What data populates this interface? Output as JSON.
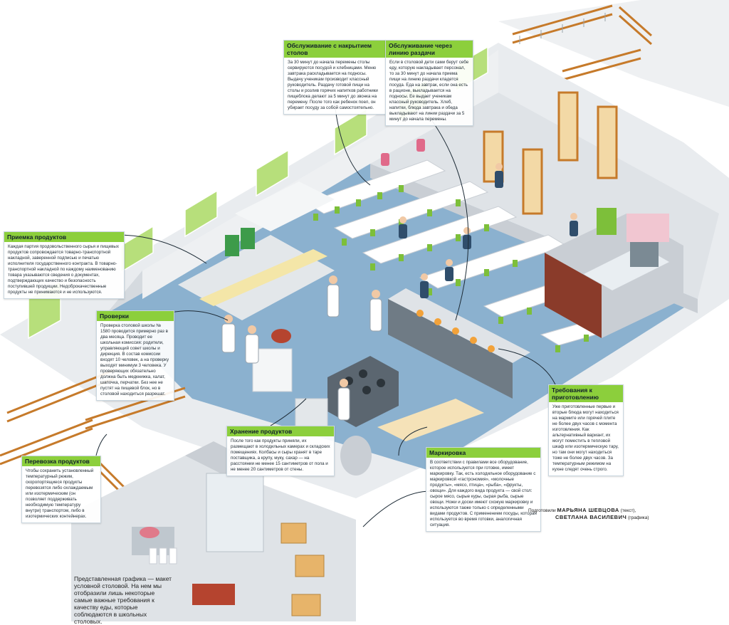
{
  "colors": {
    "floor": "#8bb1cf",
    "wall": "#e9ecef",
    "wall_dark": "#c9ced4",
    "accent_green": "#8ccf3c",
    "window_green": "#b7df7b",
    "stair_orange": "#c67a2a",
    "table_white": "#ffffff",
    "chair_green": "#7dbf3a",
    "pointer_line": "#1d2b36"
  },
  "callouts": {
    "serving_tables": {
      "title": "Обслуживание с накрытием столов",
      "body": "За 30 минут до начала перемены столы сервируются посудой и хлебницами. Меню завтрака раскладывается на подносы. Выдачу ученикам производит классный руководитель. Раздачу готовой пищи на столы и розлив горячих напитков работники пищеблока делают за 5 минут до звонка на перемену. После того как ребенок поел, он убирает посуду за собой самостоятельно."
    },
    "serving_line": {
      "title": "Обслуживание через линию раздачи",
      "body": "Если в столовой дети сами берут себе еду, которую накладывает персонал, то за 30 минут до начала приема пищи на линию раздачи кладется посуда. Еда на завтрак, если она есть в рационе, выкладывается на подносы. Ее выдает ученикам классный руководитель. Хлеб, напитки, блюда завтрака и обеда выкладывают на линии раздачи за 5 минут до начала перемены."
    },
    "receiving": {
      "title": "Приемка продуктов",
      "body": "Каждая партия продовольственного сырья и пищевых продуктов сопровождается товарно-транспортной накладной, заверенной подписью и печатью исполнителя государственного контракта. В товарно-транспортной накладной по каждому наименованию товара указываются сведения о документах, подтверждающих качество и безопасность поступившей продукции. Недоброкачественные продукты не принимаются и не используются."
    },
    "checks": {
      "title": "Проверки",
      "body": "Проверка столовой школы № 1580 проводится примерно раз в два месяца. Проводит ее школьная комиссия: родители, управляющий совет школы и дирекция. В состав комиссии входят 10 человек, а на проверку выходят минимум 3 человека. У проверяющих обязательно должна быть медкнижка, халат, шапочка, перчатки. Без нее не пустят на пищевой блок, но в столовой находиться разрешат."
    },
    "storage": {
      "title": "Хранение продуктов",
      "body": "После того как продукты приняли, их размещают в холодильных камерах и складских помещениях. Колбасы и сыры хранят в таре поставщика, а крупу, муку, сахар — на расстоянии не менее 15 сантиметров от пола и не менее 20 сантиметров от стены."
    },
    "transport": {
      "title": "Перевозка продуктов",
      "body": "Чтобы сохранить установленный температурный режим, скоропортящиеся продукты перевозятся либо охлаждаемым или изотермическим (он позволяет поддерживать необходимую температуру внутри) транспортом, либо в изотермических контейнерах."
    },
    "cooking": {
      "title": "Требования к приготовлению",
      "body": "Уже приготовленные первые и вторые блюда могут находиться на мармите или горячей плите не более двух часов с момента изготовления. Как альтернативный вариант, их могут поместить в тепловой шкаф или изотермическую тару, но там они могут находиться тоже не более двух часов. За температурным режимом на кухне следят очень строго."
    },
    "labeling": {
      "title": "Маркировка",
      "body": "В соответствии с правилами все оборудование, которое используется при готовке, имеет маркировку. Так, есть холодильное оборудование с маркировкой «гастрономия», «молочные продукты», «мясо, птица», «рыба», «фрукты, овощи». Для каждого вида продукта — свой стол: сырое мясо, сырые куры, сырая рыба, сырые овощи. Ножи и доски имеют схожую маркировку и используются также только с определенными видами продуктов. С применением посуды, которая используется во время готовки, аналогичная ситуация."
    }
  },
  "credits": {
    "prefix": "Подготовили",
    "author1": "МАРЬЯНА ШЕВЦОВА",
    "author1_role": "(текст),",
    "author2": "СВЕТЛАНА ВАСИЛЕВИЧ",
    "author2_role": "(графика)"
  },
  "note": "Представленная графика — макет условной столовой. На нем мы отобразили лишь некоторые самые важные требования к качеству еды, которые соблюдаются в школьных столовых."
}
